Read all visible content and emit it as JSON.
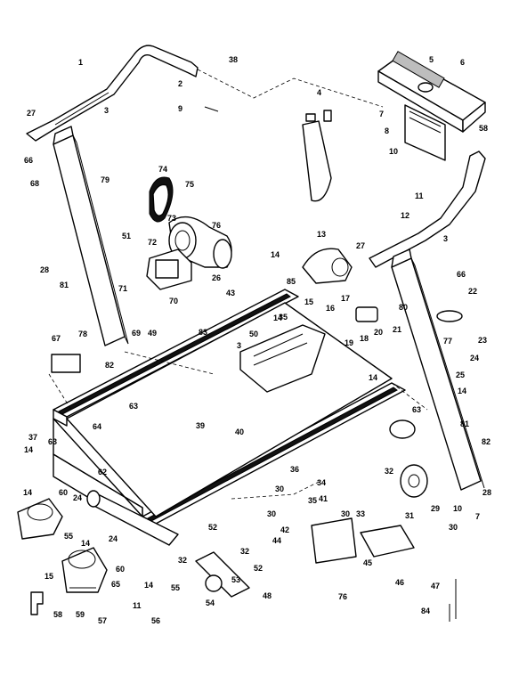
{
  "diagram": {
    "type": "exploded parts diagram",
    "callouts": [
      {
        "id": "c1",
        "text": "1"
      },
      {
        "id": "c2",
        "text": "2"
      },
      {
        "id": "c3",
        "text": "3"
      },
      {
        "id": "c4",
        "text": "4"
      },
      {
        "id": "c5",
        "text": "5"
      },
      {
        "id": "c6",
        "text": "6"
      },
      {
        "id": "c7",
        "text": "7"
      },
      {
        "id": "c8",
        "text": "8"
      },
      {
        "id": "c9",
        "text": "9"
      },
      {
        "id": "c10",
        "text": "10"
      },
      {
        "id": "c11",
        "text": "11"
      },
      {
        "id": "c12",
        "text": "12"
      },
      {
        "id": "c13",
        "text": "13"
      },
      {
        "id": "c14",
        "text": "14"
      },
      {
        "id": "c15",
        "text": "15"
      },
      {
        "id": "c16",
        "text": "16"
      },
      {
        "id": "c17",
        "text": "17"
      },
      {
        "id": "c18",
        "text": "18"
      },
      {
        "id": "c19",
        "text": "19"
      },
      {
        "id": "c20",
        "text": "20"
      },
      {
        "id": "c21",
        "text": "21"
      },
      {
        "id": "c22",
        "text": "22"
      },
      {
        "id": "c23",
        "text": "23"
      },
      {
        "id": "c24",
        "text": "24"
      },
      {
        "id": "c25",
        "text": "25"
      },
      {
        "id": "c26",
        "text": "26"
      },
      {
        "id": "c27",
        "text": "27"
      },
      {
        "id": "c28",
        "text": "28"
      },
      {
        "id": "c29",
        "text": "29"
      },
      {
        "id": "c30",
        "text": "30"
      },
      {
        "id": "c31",
        "text": "31"
      },
      {
        "id": "c32",
        "text": "32"
      },
      {
        "id": "c33",
        "text": "33"
      },
      {
        "id": "c34",
        "text": "34"
      },
      {
        "id": "c35",
        "text": "35"
      },
      {
        "id": "c36",
        "text": "36"
      },
      {
        "id": "c37",
        "text": "37"
      },
      {
        "id": "c38",
        "text": "38"
      },
      {
        "id": "c39",
        "text": "39"
      },
      {
        "id": "c40",
        "text": "40"
      },
      {
        "id": "c41",
        "text": "41"
      },
      {
        "id": "c42",
        "text": "42"
      },
      {
        "id": "c43",
        "text": "43"
      },
      {
        "id": "c44",
        "text": "44"
      },
      {
        "id": "c45",
        "text": "45"
      },
      {
        "id": "c46",
        "text": "46"
      },
      {
        "id": "c47",
        "text": "47"
      },
      {
        "id": "c48",
        "text": "48"
      },
      {
        "id": "c49",
        "text": "49"
      },
      {
        "id": "c50",
        "text": "50"
      },
      {
        "id": "c51",
        "text": "51"
      },
      {
        "id": "c52",
        "text": "52"
      },
      {
        "id": "c53",
        "text": "53"
      },
      {
        "id": "c54",
        "text": "54"
      },
      {
        "id": "c55",
        "text": "55"
      },
      {
        "id": "c56",
        "text": "56"
      },
      {
        "id": "c57",
        "text": "57"
      },
      {
        "id": "c58",
        "text": "58"
      },
      {
        "id": "c59",
        "text": "59"
      },
      {
        "id": "c60",
        "text": "60"
      },
      {
        "id": "c61",
        "text": "61"
      },
      {
        "id": "c62",
        "text": "62"
      },
      {
        "id": "c63",
        "text": "63"
      },
      {
        "id": "c64",
        "text": "64"
      },
      {
        "id": "c65",
        "text": "65"
      },
      {
        "id": "c66",
        "text": "66"
      },
      {
        "id": "c67",
        "text": "67"
      },
      {
        "id": "c68",
        "text": "68"
      },
      {
        "id": "c69",
        "text": "69"
      },
      {
        "id": "c70",
        "text": "70"
      },
      {
        "id": "c71",
        "text": "71"
      },
      {
        "id": "c72",
        "text": "72"
      },
      {
        "id": "c73",
        "text": "73"
      },
      {
        "id": "c74",
        "text": "74"
      },
      {
        "id": "c75",
        "text": "75"
      },
      {
        "id": "c76",
        "text": "76"
      },
      {
        "id": "c77",
        "text": "77"
      },
      {
        "id": "c78",
        "text": "78"
      },
      {
        "id": "c79",
        "text": "79"
      },
      {
        "id": "c80",
        "text": "80"
      },
      {
        "id": "c81",
        "text": "81"
      },
      {
        "id": "c82",
        "text": "82"
      },
      {
        "id": "c83",
        "text": "83"
      },
      {
        "id": "c84",
        "text": "84"
      },
      {
        "id": "c85",
        "text": "85"
      }
    ]
  }
}
